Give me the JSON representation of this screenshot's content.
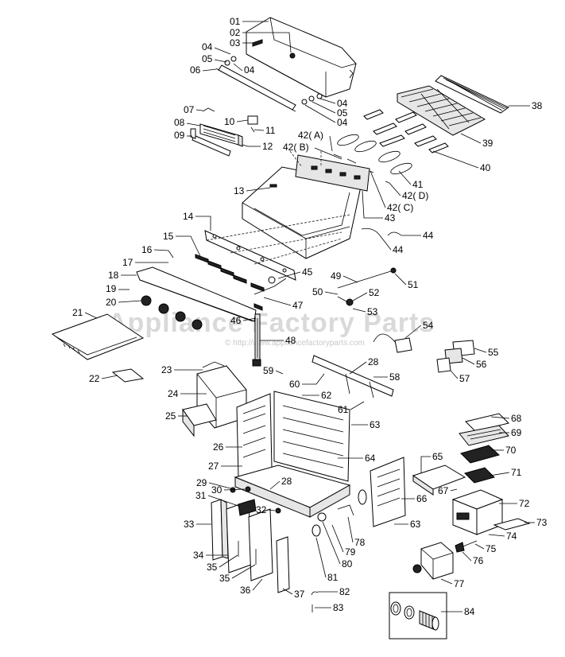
{
  "watermark": {
    "title": "Appliance Factory Parts",
    "sub": "© http://www.appliancefactoryparts.com"
  },
  "callouts": [
    "01",
    "02",
    "03",
    "04",
    "05",
    "06",
    "04",
    "04",
    "05",
    "04",
    "07",
    "08",
    "09",
    "10",
    "11",
    "12",
    "13",
    "14",
    "15",
    "16",
    "17",
    "18",
    "19",
    "20",
    "21",
    "22",
    "23",
    "24",
    "25",
    "26",
    "27",
    "28",
    "29",
    "30",
    "31",
    "32",
    "33",
    "34",
    "35",
    "35",
    "36",
    "37",
    "38",
    "39",
    "40",
    "41",
    "42( A)",
    "42( B)",
    "42( C)",
    "42( D)",
    "43",
    "44",
    "44",
    "45",
    "46",
    "47",
    "48",
    "49",
    "50",
    "51",
    "52",
    "53",
    "54",
    "55",
    "56",
    "57",
    "58",
    "28",
    "59",
    "60",
    "61",
    "62",
    "63",
    "63",
    "64",
    "65",
    "66",
    "67",
    "68",
    "69",
    "70",
    "71",
    "72",
    "73",
    "74",
    "75",
    "76",
    "77",
    "78",
    "79",
    "80",
    "81",
    "82",
    "83",
    "84"
  ]
}
